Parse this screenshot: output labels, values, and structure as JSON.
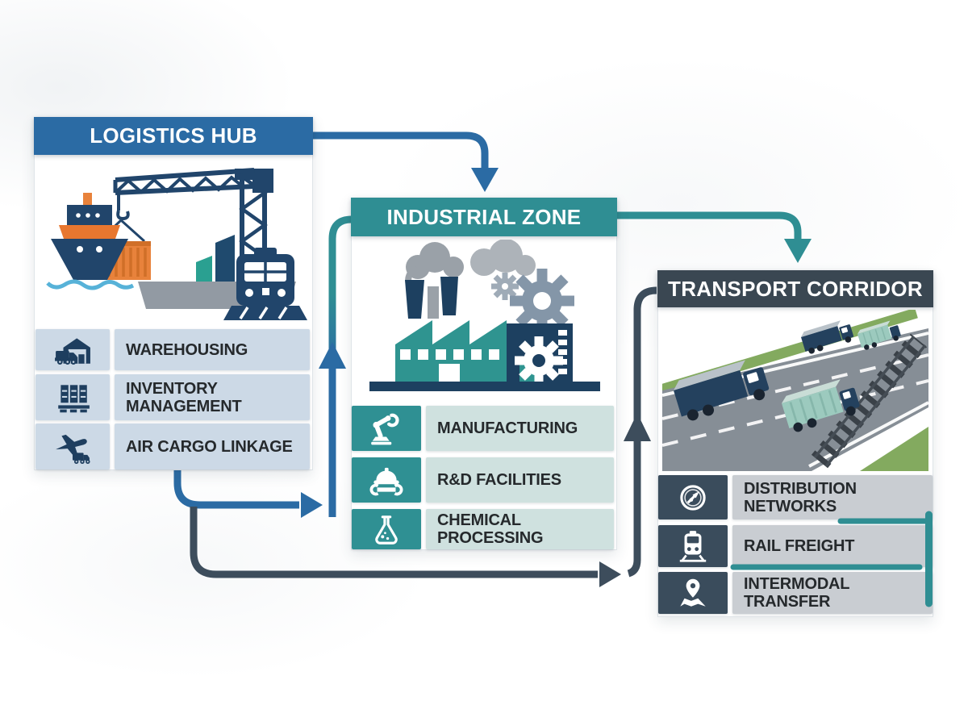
{
  "diagram_title": "Logistics flow diagram",
  "palette": {
    "blue": "#2b6ba4",
    "teal": "#2f8e93",
    "slate": "#3a4752",
    "arrow_dark": "#3d4d5c",
    "navy_icon": "#1e3e5f",
    "orange": "#e8823b",
    "light_blue_tile": "#ccd9e6",
    "light_teal_tile": "#cfe1df",
    "gray_tile": "#c9cdd2",
    "dark_icon_tile": "#3a4c5c"
  },
  "nodes": [
    {
      "id": "logistics-hub",
      "title": "LOGISTICS HUB",
      "header_color": "#2b6ba4",
      "illustration": "port-with-crane-container-ship-and-train",
      "items": [
        {
          "label": "WAREHOUSING",
          "icon": "warehouse-truck-icon"
        },
        {
          "label": "INVENTORY\nMANAGEMENT",
          "icon": "pallet-boxes-icon"
        },
        {
          "label": "AIR CARGO LINKAGE",
          "icon": "airplane-truck-icon"
        }
      ]
    },
    {
      "id": "industrial-zone",
      "title": "INDUSTRIAL ZONE",
      "header_color": "#2f8e93",
      "illustration": "factory-with-smokestacks-and-gears",
      "items": [
        {
          "label": "MANUFACTURING",
          "icon": "robot-arm-icon"
        },
        {
          "label": "R&D FACILITIES",
          "icon": "hardhat-wrench-icon"
        },
        {
          "label": "CHEMICAL PROCESSING",
          "icon": "chemical-flask-icon"
        }
      ]
    },
    {
      "id": "transport-corridor",
      "title": "TRANSPORT CORRIDOR",
      "header_color": "#3a4752",
      "illustration": "highway-with-trucks-and-rail-line",
      "items": [
        {
          "label": "DISTRIBUTION\nNETWORKS",
          "icon": "compass-icon"
        },
        {
          "label": "RAIL FREIGHT",
          "icon": "rail-train-icon"
        },
        {
          "label": "INTERMODAL TRANSFER",
          "icon": "map-pin-icon"
        }
      ]
    }
  ],
  "connections": [
    {
      "from": "logistics-hub",
      "to": "industrial-zone",
      "route": "header-top",
      "color": "#2b6ba4"
    },
    {
      "from": "industrial-zone",
      "to": "transport-corridor",
      "route": "header-top",
      "color": "#2f8e93"
    },
    {
      "from": "logistics-hub",
      "to": "industrial-zone",
      "route": "bottom-then-up",
      "color": "#2b6ba4 to #2f8e93 gradient"
    },
    {
      "from": "logistics-hub",
      "to": "transport-corridor",
      "route": "bottom",
      "color": "#3d4d5c"
    }
  ]
}
